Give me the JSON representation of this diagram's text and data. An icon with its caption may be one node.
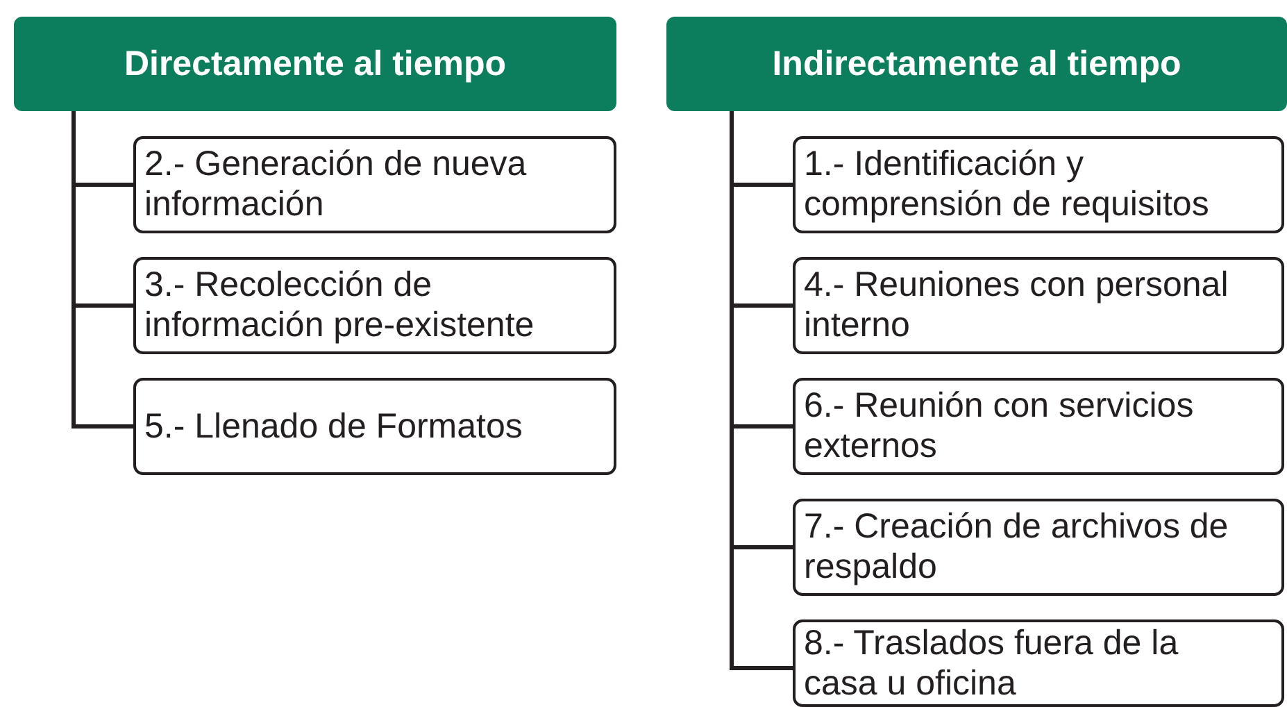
{
  "diagram": {
    "nodes": [
      {
        "text": [
          "Directamente al tiempo"
        ]
      },
      {
        "text": [
          "2.- Generación de nueva información"
        ]
      },
      {
        "text": [
          "3.- Recolección de información pre-existente"
        ]
      },
      {
        "text": [
          "5.- Llenado de Formatos"
        ]
      },
      {
        "text": [
          "Indirectamente al tiempo"
        ]
      },
      {
        "text": [
          "1.- Identificación y comprensión de requisitos"
        ]
      },
      {
        "text": [
          "4.- Reuniones con personal interno"
        ]
      },
      {
        "text": [
          "6.- Reunión con servicios externos"
        ]
      },
      {
        "text": [
          "7.- Creación de archivos de respaldo"
        ]
      },
      {
        "text": [
          "8.- Traslados fuera de la casa u oficina"
        ]
      }
    ],
    "edges": [
      {
        "from": 0,
        "to": 1,
        "arrow": "none"
      },
      {
        "from": 0,
        "to": 2,
        "arrow": "none"
      },
      {
        "from": 0,
        "to": 3,
        "arrow": "none"
      },
      {
        "from": 4,
        "to": 5,
        "arrow": "none"
      },
      {
        "from": 4,
        "to": 6,
        "arrow": "none"
      },
      {
        "from": 4,
        "to": 7,
        "arrow": "none"
      },
      {
        "from": 4,
        "to": 8,
        "arrow": "none"
      },
      {
        "from": 4,
        "to": 9,
        "arrow": "none"
      }
    ]
  }
}
